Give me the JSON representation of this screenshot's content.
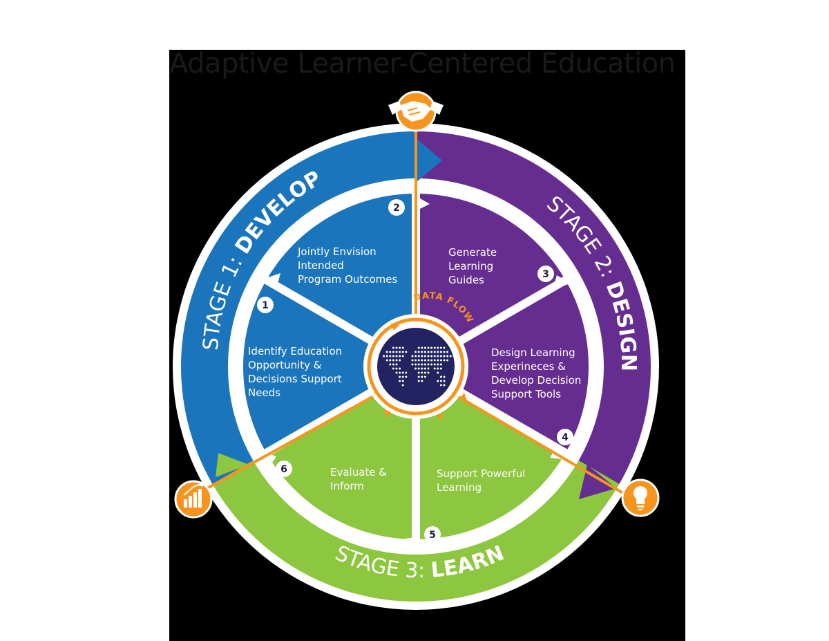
{
  "title": "Adaptive Learner-Centered Education",
  "colors": {
    "develop": "#1b75bc",
    "design": "#662d91",
    "learn": "#8dc63f",
    "accent": "#f7941d",
    "core": "#232361",
    "ring": "#ffffff"
  },
  "stages": [
    {
      "prefix": "STAGE 1: ",
      "name": "DEVELOP"
    },
    {
      "prefix": "STAGE 2: ",
      "name": "DESIGN"
    },
    {
      "prefix": "STAGE 3: ",
      "name": "LEARN"
    }
  ],
  "steps": [
    {
      "number": "1",
      "lines": [
        "Identify Education",
        "Opportunity &",
        "Decisions Support",
        "Needs"
      ]
    },
    {
      "number": "2",
      "lines": [
        "Jointly Envision",
        "Intended",
        "Program Outcomes"
      ]
    },
    {
      "number": "3",
      "lines": [
        "Generate",
        "Learning",
        "Guides"
      ]
    },
    {
      "number": "4",
      "lines": [
        "Design Learning",
        "Experineces  &",
        "Develop Decision",
        "Support Tools"
      ]
    },
    {
      "number": "5",
      "lines": [
        "Support Powerful",
        "Learning"
      ]
    },
    {
      "number": "6",
      "lines": [
        "Evaluate &",
        "Inform"
      ]
    }
  ],
  "center": {
    "label": "DATA FLOW",
    "icon": "world-map-icon"
  },
  "icons": {
    "top": "handshake-icon",
    "right": "lightbulb-icon",
    "left": "bar-chart-icon"
  }
}
